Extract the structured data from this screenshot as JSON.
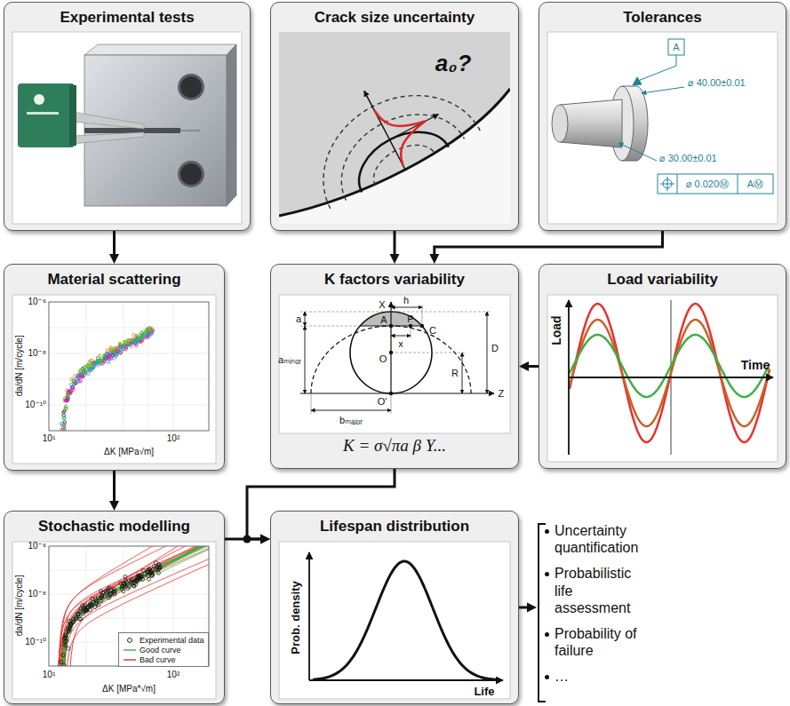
{
  "diagram": {
    "nodes": [
      {
        "text": [
          "Experimental tests"
        ]
      },
      {
        "text": [
          "Crack size uncertainty"
        ]
      },
      {
        "text": [
          "Tolerances"
        ]
      },
      {
        "text": [
          "Material scattering"
        ]
      },
      {
        "text": [
          "K factors variability",
          "K = σ√πa β Y..."
        ]
      },
      {
        "text": [
          "Load variability"
        ]
      },
      {
        "text": [
          "Stochastic modelling"
        ]
      },
      {
        "text": [
          "Lifespan distribution"
        ]
      }
    ],
    "edges": [
      {
        "from": 0,
        "to": 3,
        "arrow": "to"
      },
      {
        "from": 1,
        "to": 4,
        "arrow": "to"
      },
      {
        "from": 2,
        "to": 4,
        "arrow": "to"
      },
      {
        "from": 5,
        "to": 4,
        "arrow": "to"
      },
      {
        "from": 3,
        "to": 6,
        "arrow": "to"
      },
      {
        "from": 6,
        "to": 7,
        "arrow": "to"
      },
      {
        "from": 4,
        "to": 7,
        "arrow": "to"
      }
    ],
    "labels": [
      "a₀?",
      "A",
      "⌀ 40.00±0.01",
      "⌀ 30.00±0.01",
      "⌀ 0.020Ⓜ",
      "AⓂ",
      "da/dN [m/cycle]",
      "10⁻⁶",
      "10⁻⁸",
      "10⁻¹⁰",
      "10¹",
      "10²",
      "ΔK [MPa√m]",
      "X",
      "h",
      "a",
      "A",
      "P",
      "C",
      "x",
      "O",
      "D",
      "R",
      "aₘᵢₙₒᵣ",
      "bₘₐⱼₒᵣ",
      "O'",
      "Z",
      "Load",
      "Time",
      "da/dN [m/cycle]",
      "10⁻⁶",
      "10⁻⁸",
      "10⁻¹⁰",
      "10¹",
      "10²",
      "ΔK [MPa*√m]",
      "Prob. density",
      "Life",
      "Uncertainty quantification",
      "Probabilistic life assessment",
      "Probability of failure",
      "…"
    ],
    "legend": [
      {
        "text": "Experimental data"
      },
      {
        "text": "Good curve"
      },
      {
        "text": "Bad curve"
      }
    ]
  }
}
